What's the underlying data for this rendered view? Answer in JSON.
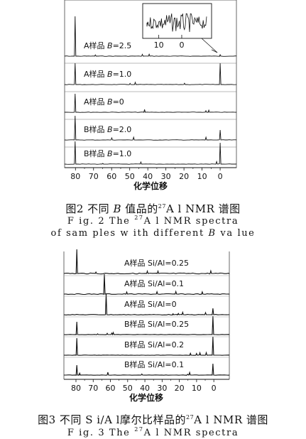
{
  "figure2": {
    "chart_data": {
      "type": "line",
      "xlabel": "化学位移",
      "xticks": [
        80,
        70,
        60,
        50,
        40,
        30,
        20,
        10,
        0
      ],
      "xlim": [
        86,
        -9
      ],
      "series": [
        {
          "name": "A样品 B=2.5",
          "label_prefix": "A样品 ",
          "label_var": "B",
          "label_val": "=2.5",
          "peaks": [
            {
              "x": 80.2,
              "h": 56
            },
            {
              "x": 0,
              "h": 2
            }
          ]
        },
        {
          "name": "A样品 B=1.0",
          "label_prefix": "A样品 ",
          "label_var": "B",
          "label_val": "=1.0",
          "peaks": [
            {
              "x": 80.2,
              "h": 30
            },
            {
              "x": 0,
              "h": 30
            }
          ]
        },
        {
          "name": "A样品 B=0",
          "label_prefix": "A样品 ",
          "label_var": "B",
          "label_val": "=0",
          "peaks": [
            {
              "x": 80.2,
              "h": 26
            }
          ]
        },
        {
          "name": "B样品 B=2.0",
          "label_prefix": "B样品 ",
          "label_var": "B",
          "label_val": "=2.0",
          "peaks": [
            {
              "x": 80.2,
              "h": 34
            },
            {
              "x": 0,
              "h": 14
            }
          ]
        },
        {
          "name": "B样品 B=1.0",
          "label_prefix": "B样品 ",
          "label_var": "B",
          "label_val": "=1.0",
          "peaks": [
            {
              "x": 80.2,
              "h": 32
            },
            {
              "x": 0,
              "h": 30
            }
          ]
        }
      ],
      "inset": {
        "xticks": [
          10,
          0
        ],
        "xlim": [
          17,
          -13
        ]
      }
    },
    "caption": {
      "zh_prefix": "图2   不同 ",
      "zh_var": "B",
      "zh_mid": " 值品的",
      "zh_sup": "27",
      "zh_suffix": "A l NMR 谱图",
      "en_line1_prefix": "F ig. 2   The  ",
      "en_line1_sup": "27",
      "en_line1_suffix": "A l NMR  spectra",
      "en_line2_prefix": "of sam ples w ith  different ",
      "en_line2_var": "B",
      "en_line2_suffix": "  va lue"
    }
  },
  "figure3": {
    "chart_data": {
      "type": "line",
      "xlabel": "化学位移",
      "xticks": [
        80,
        70,
        60,
        50,
        40,
        30,
        20,
        10,
        0
      ],
      "xlim": [
        87,
        -9
      ],
      "series": [
        {
          "name": "A样品 Si/Al=0.25",
          "label": "A样品 Si/Al=0.25",
          "peaks": [
            {
              "x": 79.5,
              "h": 34
            }
          ]
        },
        {
          "name": "A样品 Si/Al=0.1",
          "label": "A样品 Si/Al=0.1",
          "peaks": [
            {
              "x": 63.5,
              "h": 28
            }
          ]
        },
        {
          "name": "A样品 Si/Al=0",
          "label": "A样品 Si/Al=0",
          "peaks": [
            {
              "x": 62.5,
              "h": 30
            },
            {
              "x": 0.5,
              "h": 9
            }
          ]
        },
        {
          "name": "B样品 Si/Al=0.25",
          "label": "B样品 Si/Al=0.25",
          "peaks": [
            {
              "x": 79.5,
              "h": 18
            },
            {
              "x": 0.5,
              "h": 26
            }
          ]
        },
        {
          "name": "B样品 Si/Al=0.2",
          "label": "B样品 Si/Al=0.2",
          "peaks": [
            {
              "x": 79.5,
              "h": 24
            },
            {
              "x": 0.5,
              "h": 26
            }
          ]
        },
        {
          "name": "B样品 Si/Al=0.1",
          "label": "B样品 Si/Al=0.1",
          "peaks": [
            {
              "x": 79.5,
              "h": 14
            },
            {
              "x": 61.5,
              "h": 4
            },
            {
              "x": 0.5,
              "h": 16
            }
          ]
        }
      ]
    },
    "caption": {
      "zh_prefix": "图3   不同 S i/A l摩尔比样品的",
      "zh_sup": "27",
      "zh_suffix": "A l NMR 谱图",
      "en_prefix": "F ig. 3   The  ",
      "en_sup": "27",
      "en_suffix": "A l NMR  spectra"
    }
  }
}
